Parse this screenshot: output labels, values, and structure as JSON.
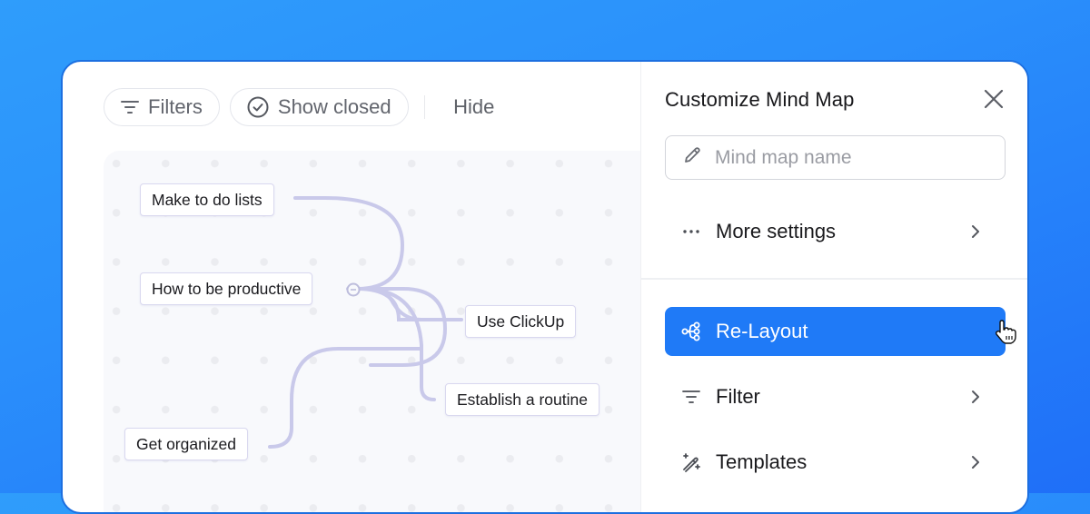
{
  "toolbar": {
    "filters_label": "Filters",
    "show_closed_label": "Show closed",
    "hide_label": "Hide"
  },
  "mind_map": {
    "nodes": [
      {
        "id": "make-to-do-lists",
        "label": "Make to do lists"
      },
      {
        "id": "how-to-be-productive",
        "label": "How to be productive",
        "root": true
      },
      {
        "id": "use-clickup",
        "label": "Use ClickUp"
      },
      {
        "id": "establish-a-routine",
        "label": "Establish a routine"
      },
      {
        "id": "get-organized",
        "label": "Get organized"
      }
    ],
    "connector_color": "#c9c9ea",
    "collapse_toggle": "minus"
  },
  "panel": {
    "title": "Customize Mind Map",
    "name_input": {
      "placeholder": "Mind map name",
      "value": ""
    },
    "items": [
      {
        "label": "More settings",
        "icon": "more-dots-icon",
        "chevron": true,
        "active": false
      },
      {
        "label": "Re-Layout",
        "icon": "tree-layout-icon",
        "chevron": false,
        "active": true
      },
      {
        "label": "Filter",
        "icon": "filter-icon",
        "chevron": true,
        "active": false
      },
      {
        "label": "Templates",
        "icon": "magic-wand-icon",
        "chevron": true,
        "active": false
      }
    ],
    "accent_color": "#1f7af7"
  }
}
